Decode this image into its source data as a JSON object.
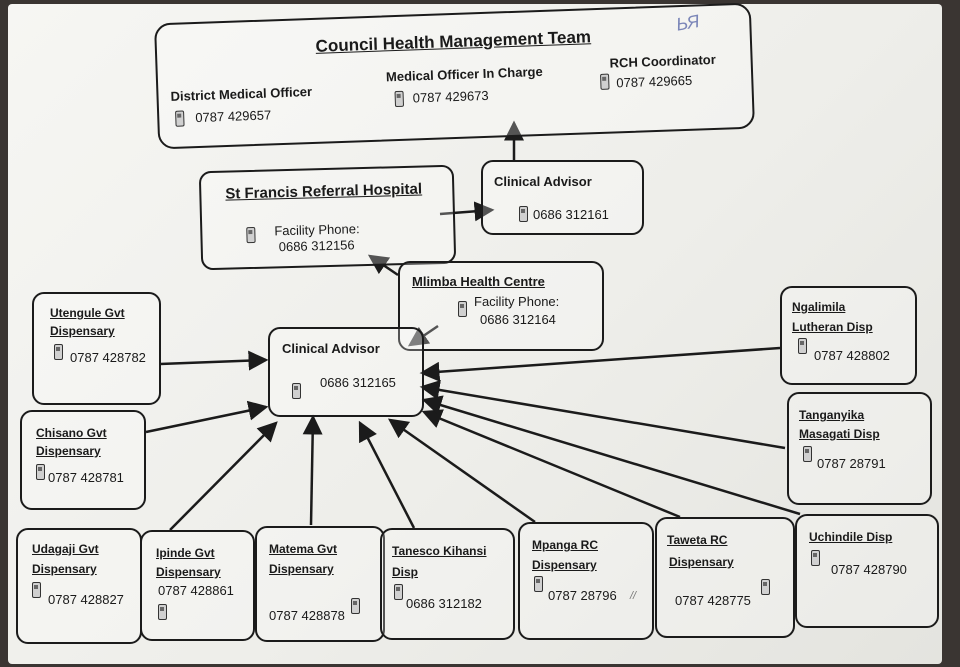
{
  "chmt": {
    "title": "Council Health Management Team",
    "dmo_title": "District Medical Officer",
    "dmo_phone": "0787 429657",
    "moic_title": "Medical Officer In Charge",
    "moic_phone": "0787 429673",
    "rch_title": "RCH Coordinator",
    "rch_phone": "0787 429665",
    "scribble": "ЬЯ"
  },
  "referral_hospital": {
    "name": "St Francis Referral Hospital",
    "phone_label": "Facility Phone:",
    "phone": "0686 312156"
  },
  "top_clinical_advisor": {
    "title": "Clinical Advisor",
    "phone": "0686 312161"
  },
  "mlimba": {
    "name": "Mlimba Health Centre",
    "phone_label": "Facility Phone:",
    "phone": "0686 312164"
  },
  "center_clinical_advisor": {
    "title": "Clinical Advisor",
    "phone": "0686 312165"
  },
  "dispensaries": {
    "utengule": {
      "line1": "Utengule Gvt",
      "line2": "Dispensary",
      "phone": "0787 428782"
    },
    "chisano": {
      "line1": "Chisano Gvt",
      "line2": "Dispensary",
      "phone": "0787 428781"
    },
    "ngalimila": {
      "line1": "Ngalimila",
      "line2": "Lutheran Disp",
      "phone": "0787 428802"
    },
    "tanganyika": {
      "line1": "Tanganyika",
      "line2": "Masagati Disp",
      "phone": "0787 28791"
    },
    "udagaji": {
      "line1": "Udagaji Gvt",
      "line2": "Dispensary",
      "phone": "0787 428827"
    },
    "ipinde": {
      "line1": "Ipinde Gvt",
      "line2": "Dispensary",
      "phone": "0787 428861"
    },
    "matema": {
      "line1": "Matema Gvt",
      "line2": "Dispensary",
      "phone": "0787 428878"
    },
    "tanesco": {
      "line1": "Tanesco Kihansi",
      "line2": "Disp",
      "phone": "0686 312182"
    },
    "mpanga": {
      "line1": "Mpanga RC",
      "line2": "Dispensary",
      "phone": "0787 28796",
      "mark": "//"
    },
    "taweta": {
      "line1": "Taweta RC",
      "line2": "Dispensary",
      "phone": "0787 428775"
    },
    "uchindile": {
      "line1": "Uchindile Disp",
      "phone": "0787 428790"
    }
  }
}
